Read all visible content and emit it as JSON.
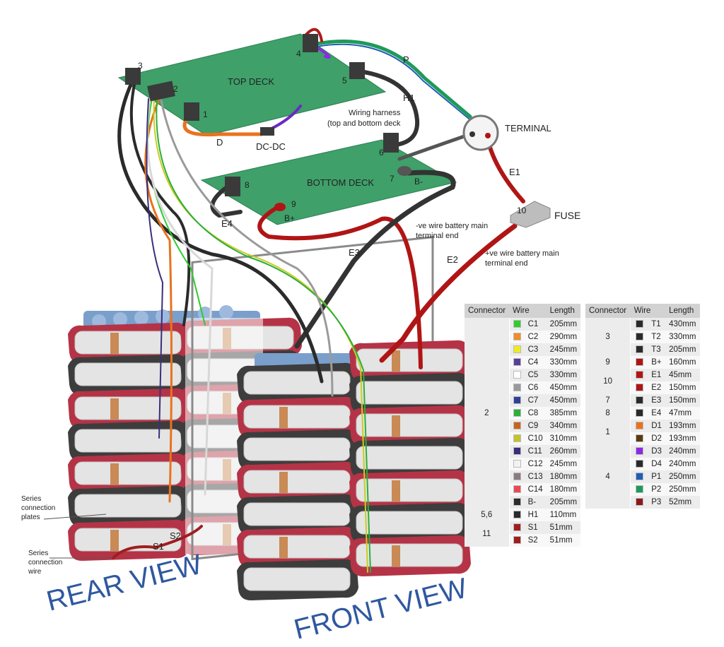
{
  "diagram": {
    "labels": {
      "top_deck": "TOP DECK",
      "bottom_deck": "BOTTOM DECK",
      "terminal": "TERMINAL",
      "fuse": "FUSE",
      "dc_dc": "DC-DC",
      "harness_line1": "Wiring harness",
      "harness_line2": "(top and bottom deck",
      "neg_wire_line1": "-ve wire battery main",
      "neg_wire_line2": "terminal end",
      "pos_wire_line1": "+ve wire battery main",
      "pos_wire_line2": "terminal end",
      "series_plates_line1": "Series",
      "series_plates_line2": "connection",
      "series_plates_line3": "plates",
      "series_wire_line1": "Series",
      "series_wire_line2": "connection",
      "series_wire_line3": "wire",
      "rear_view": "REAR VIEW",
      "front_view": "FRONT VIEW"
    },
    "connector_numbers": [
      "1",
      "2",
      "3",
      "4",
      "5",
      "6",
      "7",
      "8",
      "9",
      "10"
    ],
    "wire_tags": {
      "D": "D",
      "P": "P",
      "H1": "H1",
      "E1": "E1",
      "E2": "E2",
      "E3": "E3",
      "E4": "E4",
      "B_plus": "B+",
      "B_minus": "B-",
      "S1": "S1",
      "S2": "S2"
    },
    "colors": {
      "pcb": "#3fa06a",
      "cell_red": "#b53346",
      "cell_dark": "#3d3d3d",
      "cell_blue": "#7b9fcb",
      "copper_plate": "#c98a55",
      "fuse_grey": "#bdbdbd"
    }
  },
  "tables": {
    "headers": [
      "Connector",
      "Wire",
      "Length"
    ],
    "left": {
      "groups": [
        {
          "connector": "2",
          "rows": [
            {
              "color": "#2ecc2e",
              "wire": "C1",
              "length": "205mm"
            },
            {
              "color": "#f28c28",
              "wire": "C2",
              "length": "290mm"
            },
            {
              "color": "#ecec20",
              "wire": "C3",
              "length": "245mm"
            },
            {
              "color": "#5a3f9a",
              "wire": "C4",
              "length": "330mm"
            },
            {
              "color": "#ffffff",
              "wire": "C5",
              "length": "330mm"
            },
            {
              "color": "#9a9a9a",
              "wire": "C6",
              "length": "450mm"
            },
            {
              "color": "#2f3f9a",
              "wire": "C7",
              "length": "450mm"
            },
            {
              "color": "#2cae3c",
              "wire": "C8",
              "length": "385mm"
            },
            {
              "color": "#c9621e",
              "wire": "C9",
              "length": "340mm"
            },
            {
              "color": "#c4c42a",
              "wire": "C10",
              "length": "310mm"
            },
            {
              "color": "#3a2f7a",
              "wire": "C11",
              "length": "260mm"
            },
            {
              "color": "#f2f2f2",
              "wire": "C12",
              "length": "245mm"
            },
            {
              "color": "#8a7b80",
              "wire": "C13",
              "length": "180mm"
            },
            {
              "color": "#e84a55",
              "wire": "C14",
              "length": "180mm"
            },
            {
              "color": "#2b2b2b",
              "wire": "B-",
              "length": "205mm"
            }
          ]
        },
        {
          "connector": "5,6",
          "rows": [
            {
              "color": "#2b2b2b",
              "wire": "H1",
              "length": "110mm"
            }
          ]
        },
        {
          "connector": "11",
          "rows": [
            {
              "color": "#a01e1e",
              "wire": "S1",
              "length": "51mm"
            },
            {
              "color": "#a01e1e",
              "wire": "S2",
              "length": "51mm"
            }
          ]
        }
      ]
    },
    "right": {
      "groups": [
        {
          "connector": "3",
          "rows": [
            {
              "color": "#2b2b2b",
              "wire": "T1",
              "length": "430mm"
            },
            {
              "color": "#2b2b2b",
              "wire": "T2",
              "length": "330mm"
            },
            {
              "color": "#2b2b2b",
              "wire": "T3",
              "length": "205mm"
            }
          ]
        },
        {
          "connector": "9",
          "rows": [
            {
              "color": "#b01515",
              "wire": "B+",
              "length": "160mm"
            }
          ]
        },
        {
          "connector": "10",
          "rows": [
            {
              "color": "#b01515",
              "wire": "E1",
              "length": "45mm"
            },
            {
              "color": "#b01515",
              "wire": "E2",
              "length": "150mm"
            }
          ]
        },
        {
          "connector": "7",
          "rows": [
            {
              "color": "#2b2b2b",
              "wire": "E3",
              "length": "150mm"
            }
          ]
        },
        {
          "connector": "8",
          "rows": [
            {
              "color": "#2b2b2b",
              "wire": "E4",
              "length": "47mm"
            }
          ]
        },
        {
          "connector": "1",
          "rows": [
            {
              "color": "#e8731e",
              "wire": "D1",
              "length": "193mm"
            },
            {
              "color": "#5a3a12",
              "wire": "D2",
              "length": "193mm"
            }
          ]
        },
        {
          "connector": "4",
          "rows": [
            {
              "color": "#8a2be2",
              "wire": "D3",
              "length": "240mm"
            },
            {
              "color": "#2b2b2b",
              "wire": "D4",
              "length": "240mm"
            },
            {
              "color": "#1e5fb4",
              "wire": "P1",
              "length": "250mm"
            },
            {
              "color": "#1e9a5a",
              "wire": "P2",
              "length": "250mm"
            },
            {
              "color": "#8a1a1a",
              "wire": "P3",
              "length": "52mm"
            }
          ]
        }
      ]
    }
  }
}
